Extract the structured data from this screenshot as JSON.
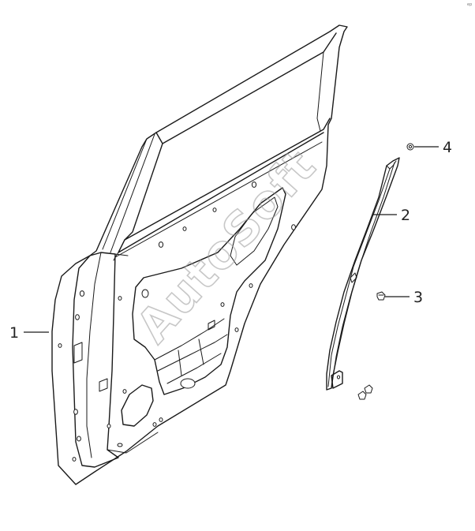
{
  "callouts": [
    {
      "number": "1"
    },
    {
      "number": "2"
    },
    {
      "number": "3"
    },
    {
      "number": "4"
    }
  ],
  "watermark": "AutoSoft",
  "corner_mark": "ep"
}
